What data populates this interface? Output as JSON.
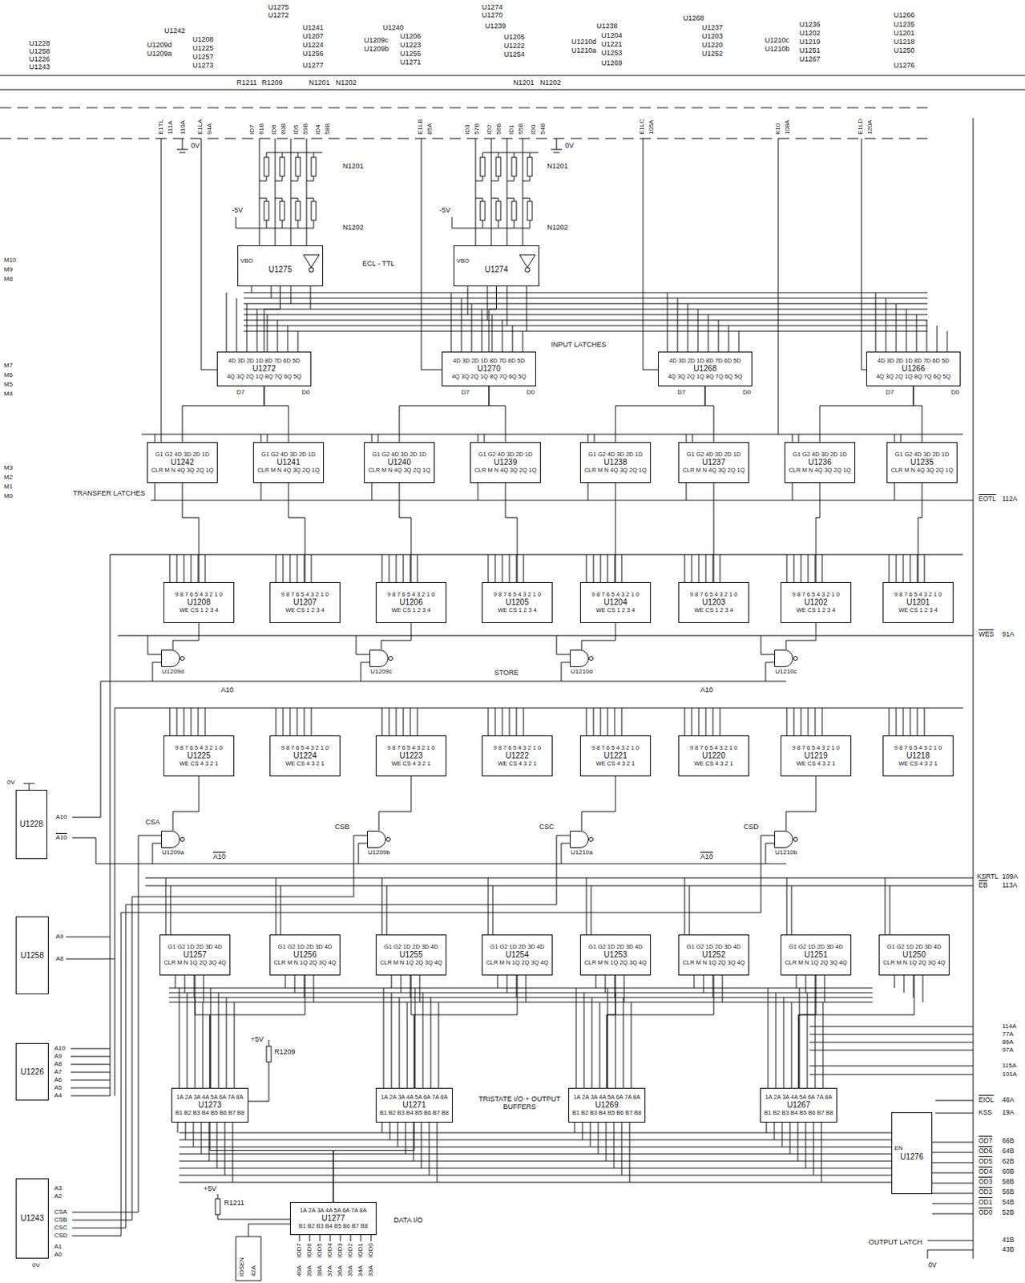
{
  "diagram": {
    "nodes": [
      {
        "text": [
          "VBO",
          "U1275"
        ]
      },
      {
        "text": [
          "VBO",
          "U1274"
        ]
      },
      {
        "text": [
          "4D 3D 2D 1D 8D 7D 6D 5D",
          "U1272",
          "4Q 3Q 2Q 1Q 8Q 7Q 6Q 5Q"
        ]
      },
      {
        "text": [
          "4D 3D 2D 1D 8D 7D 6D 5D",
          "U1270",
          "4Q 3Q 2Q 1Q 8Q 7Q 6Q 5Q"
        ]
      },
      {
        "text": [
          "4D 3D 2D 1D 8D 7D 6D 5D",
          "U1268",
          "4Q 3Q 2Q 1Q 8Q 7Q 6Q 5Q"
        ]
      },
      {
        "text": [
          "4D 3D 2D 1D 8D 7D 6D 5D",
          "U1266",
          "4Q 3Q 2Q 1Q 8Q 7Q 6Q 5Q"
        ]
      },
      {
        "text": [
          "G1 G2 4D 3D 2D 1D",
          "U1242",
          "CLR M N 4Q 3Q 2Q 1Q"
        ]
      },
      {
        "text": [
          "G1 G2 4D 3D 2D 1D",
          "U1241",
          "CLR M N 4Q 3Q 2Q 1Q"
        ]
      },
      {
        "text": [
          "G1 G2 4D 3D 2D 1D",
          "U1240",
          "CLR M N 4Q 3Q 2Q 1Q"
        ]
      },
      {
        "text": [
          "G1 G2 4D 3D 2D 1D",
          "U1239",
          "CLR M N 4Q 3Q 2Q 1Q"
        ]
      },
      {
        "text": [
          "G1 G2 4D 3D 2D 1D",
          "U1238",
          "CLR M N 4Q 3Q 2Q 1Q"
        ]
      },
      {
        "text": [
          "G1 G2 4D 3D 2D 1D",
          "U1237",
          "CLR M N 4Q 3Q 2Q 1Q"
        ]
      },
      {
        "text": [
          "G1 G2 4D 3D 2D 1D",
          "U1236",
          "CLR M N 4Q 3Q 2Q 1Q"
        ]
      },
      {
        "text": [
          "G1 G2 4D 3D 2D 1D",
          "U1235",
          "CLR M N 4Q 3Q 2Q 1Q"
        ]
      },
      {
        "text": [
          "9 8 7 6 5 4 3 2 1 0",
          "U1208",
          "WE CS 1 2 3 4"
        ]
      },
      {
        "text": [
          "9 8 7 6 5 4 3 2 1 0",
          "U1207",
          "WE CS 1 2 3 4"
        ]
      },
      {
        "text": [
          "9 8 7 6 5 4 3 2 1 0",
          "U1206",
          "WE CS 1 2 3 4"
        ]
      },
      {
        "text": [
          "9 8 7 6 5 4 3 2 1 0",
          "U1205",
          "WE CS 1 2 3 4"
        ]
      },
      {
        "text": [
          "9 8 7 6 5 4 3 2 1 0",
          "U1204",
          "WE CS 1 2 3 4"
        ]
      },
      {
        "text": [
          "9 8 7 6 5 4 3 2 1 0",
          "U1203",
          "WE CS 1 2 3 4"
        ]
      },
      {
        "text": [
          "9 8 7 6 5 4 3 2 1 0",
          "U1202",
          "WE CS 1 2 3 4"
        ]
      },
      {
        "text": [
          "9 8 7 6 5 4 3 2 1 0",
          "U1201",
          "WE CS 1 2 3 4"
        ]
      },
      {
        "text": [
          "U1209d"
        ]
      },
      {
        "text": [
          "U1209c"
        ]
      },
      {
        "text": [
          "U1210d"
        ]
      },
      {
        "text": [
          "U1210c"
        ]
      },
      {
        "text": [
          "9 8 7 6 5 4 3 2 1 0",
          "U1225",
          "WE CS 4 3 2 1"
        ]
      },
      {
        "text": [
          "9 8 7 6 5 4 3 2 1 0",
          "U1224",
          "WE CS 4 3 2 1"
        ]
      },
      {
        "text": [
          "9 8 7 6 5 4 3 2 1 0",
          "U1223",
          "WE CS 4 3 2 1"
        ]
      },
      {
        "text": [
          "9 8 7 6 5 4 3 2 1 0",
          "U1222",
          "WE CS 4 3 2 1"
        ]
      },
      {
        "text": [
          "9 8 7 6 5 4 3 2 1 0",
          "U1221",
          "WE CS 4 3 2 1"
        ]
      },
      {
        "text": [
          "9 8 7 6 5 4 3 2 1 0",
          "U1220",
          "WE CS 4 3 2 1"
        ]
      },
      {
        "text": [
          "9 8 7 6 5 4 3 2 1 0",
          "U1219",
          "WE CS 4 3 2 1"
        ]
      },
      {
        "text": [
          "9 8 7 6 5 4 3 2 1 0",
          "U1218",
          "WE CS 4 3 2 1"
        ]
      },
      {
        "text": [
          "U1209a"
        ]
      },
      {
        "text": [
          "U1209b"
        ]
      },
      {
        "text": [
          "U1210a"
        ]
      },
      {
        "text": [
          "U1210b"
        ]
      },
      {
        "text": [
          "G1 G2 1D 2D 3D 4D",
          "U1257",
          "CLR M N 1Q 2Q 3Q 4Q"
        ]
      },
      {
        "text": [
          "G1 G2 1D 2D 3D 4D",
          "U1256",
          "CLR M N 1Q 2Q 3Q 4Q"
        ]
      },
      {
        "text": [
          "G1 G2 1D 2D 3D 4D",
          "U1255",
          "CLR M N 1Q 2Q 3Q 4Q"
        ]
      },
      {
        "text": [
          "G1 G2 1D 2D 3D 4D",
          "U1254",
          "CLR M N 1Q 2Q 3Q 4Q"
        ]
      },
      {
        "text": [
          "G1 G2 1D 2D 3D 4D",
          "U1253",
          "CLR M N 1Q 2Q 3Q 4Q"
        ]
      },
      {
        "text": [
          "G1 G2 1D 2D 3D 4D",
          "U1252",
          "CLR M N 1Q 2Q 3Q 4Q"
        ]
      },
      {
        "text": [
          "G1 G2 1D 2D 3D 4D",
          "U1251",
          "CLR M N 1Q 2Q 3Q 4Q"
        ]
      },
      {
        "text": [
          "G1 G2 1D 2D 3D 4D",
          "U1250",
          "CLR M N 1Q 2Q 3Q 4Q"
        ]
      },
      {
        "text": [
          "1A 2A 3A 4A 5A 6A 7A 8A",
          "U1273",
          "B1 B2 B3 B4 B5 B6 B7 B8"
        ]
      },
      {
        "text": [
          "1A 2A 3A 4A 5A 6A 7A 8A",
          "U1271",
          "B1 B2 B3 B4 B5 B6 B7 B8"
        ]
      },
      {
        "text": [
          "1A 2A 3A 4A 5A 6A 7A 8A",
          "U1269",
          "B1 B2 B3 B4 B5 B6 B7 B8"
        ]
      },
      {
        "text": [
          "1A 2A 3A 4A 5A 6A 7A 8A",
          "U1267",
          "B1 B2 B3 B4 B5 B6 B7 B8"
        ]
      },
      {
        "text": [
          "1A 2A 3A 4A 5A 6A 7A 8A",
          "U1277",
          "B1 B2 B3 B4 B5 B6 B7 B8"
        ]
      },
      {
        "text": [
          "EN",
          "U1276"
        ]
      },
      {
        "text": [
          "U1228"
        ]
      },
      {
        "text": [
          "U1258"
        ]
      },
      {
        "text": [
          "U1226"
        ]
      },
      {
        "text": [
          "U1243"
        ]
      }
    ],
    "edges": [
      {
        "from": 0,
        "to": 2,
        "arrow": "none"
      },
      {
        "from": 1,
        "to": 3,
        "arrow": "none"
      },
      {
        "from": 2,
        "to": 6,
        "arrow": "none"
      },
      {
        "from": 2,
        "to": 7,
        "arrow": "none"
      },
      {
        "from": 3,
        "to": 8,
        "arrow": "none"
      },
      {
        "from": 3,
        "to": 9,
        "arrow": "none"
      },
      {
        "from": 4,
        "to": 10,
        "arrow": "none"
      },
      {
        "from": 4,
        "to": 11,
        "arrow": "none"
      },
      {
        "from": 5,
        "to": 12,
        "arrow": "none"
      },
      {
        "from": 5,
        "to": 13,
        "arrow": "none"
      },
      {
        "from": 6,
        "to": 14,
        "arrow": "none"
      },
      {
        "from": 7,
        "to": 15,
        "arrow": "none"
      },
      {
        "from": 8,
        "to": 16,
        "arrow": "none"
      },
      {
        "from": 9,
        "to": 17,
        "arrow": "none"
      },
      {
        "from": 10,
        "to": 18,
        "arrow": "none"
      },
      {
        "from": 11,
        "to": 19,
        "arrow": "none"
      },
      {
        "from": 12,
        "to": 20,
        "arrow": "none"
      },
      {
        "from": 13,
        "to": 21,
        "arrow": "none"
      },
      {
        "from": 22,
        "to": 14,
        "arrow": "none"
      },
      {
        "from": 23,
        "to": 16,
        "arrow": "none"
      },
      {
        "from": 24,
        "to": 18,
        "arrow": "none"
      },
      {
        "from": 25,
        "to": 20,
        "arrow": "none"
      },
      {
        "from": 34,
        "to": 26,
        "arrow": "none"
      },
      {
        "from": 35,
        "to": 28,
        "arrow": "none"
      },
      {
        "from": 36,
        "to": 30,
        "arrow": "none"
      },
      {
        "from": 37,
        "to": 32,
        "arrow": "none"
      },
      {
        "from": 38,
        "to": 46,
        "arrow": "none"
      },
      {
        "from": 39,
        "to": 46,
        "arrow": "none"
      },
      {
        "from": 40,
        "to": 47,
        "arrow": "none"
      },
      {
        "from": 41,
        "to": 47,
        "arrow": "none"
      },
      {
        "from": 42,
        "to": 48,
        "arrow": "none"
      },
      {
        "from": 43,
        "to": 48,
        "arrow": "none"
      },
      {
        "from": 44,
        "to": 49,
        "arrow": "none"
      },
      {
        "from": 45,
        "to": 49,
        "arrow": "none"
      },
      {
        "from": 46,
        "to": 50,
        "arrow": "none"
      },
      {
        "from": 47,
        "to": 50,
        "arrow": "none"
      }
    ],
    "labels": [
      "U1228",
      "U1258",
      "U1226",
      "U1243",
      "U1242",
      "U1209d",
      "U1209a",
      "U1208",
      "U1225",
      "U1257",
      "U1273",
      "U1275",
      "U1272",
      "U1241",
      "U1207",
      "U1224",
      "U1256",
      "U1277",
      "U1240",
      "U1209c",
      "U1209b",
      "U1206",
      "U1223",
      "U1255",
      "U1271",
      "U1274",
      "U1270",
      "U1239",
      "U1205",
      "U1222",
      "U1254",
      "U1238",
      "U1210d",
      "U1210a",
      "U1204",
      "U1221",
      "U1253",
      "U1269",
      "U1268",
      "U1237",
      "U1203",
      "U1220",
      "U1252",
      "U1236",
      "U1210c",
      "U1210b",
      "U1202",
      "U1219",
      "U1251",
      "U1267",
      "U1266",
      "U1235",
      "U1201",
      "U1218",
      "U1250",
      "U1276",
      "R1211",
      "R1209",
      "N1201",
      "N1202",
      "N1201",
      "N1202",
      "E1TL",
      "111A",
      "110A",
      "E1LA",
      "94A",
      "ID7",
      "61B",
      "ID6",
      "60B",
      "ID5",
      "59B",
      "ID4",
      "58B",
      "E1LB",
      "85A",
      "ID3",
      "57B",
      "ID2",
      "56B",
      "ID1",
      "55B",
      "ID0",
      "54B",
      "E1LC",
      "105A",
      "K10",
      "108A",
      "E1LD",
      "120A",
      "0V",
      "0V",
      "-5V",
      "-5V",
      "N1201",
      "N1201",
      "N1202",
      "N1202",
      "ECL - TTL",
      "INPUT LATCHES",
      "TRANSFER LATCHES",
      "STORE",
      "A10",
      "A10",
      "A10",
      "A10",
      "CSA",
      "CSB",
      "CSC",
      "CSD",
      "TRISTATE I/O + OUTPUT BUFFERS",
      "+5V",
      "R1209",
      "DATA I/O",
      "+5V",
      "R1211",
      "OUTPUT LATCH",
      "D7",
      "D0",
      "D7",
      "D0",
      "D7",
      "D0",
      "D7",
      "D0",
      "EOTL",
      "112A",
      "WES",
      "91A",
      "KSRTL",
      "EB",
      "109A",
      "113A",
      "114A",
      "77A",
      "86A",
      "97A",
      "115A",
      "101A",
      "EIOL",
      "46A",
      "KSS",
      "19A",
      "OD7",
      "OD6",
      "OD5",
      "OD4",
      "OD3",
      "OD2",
      "OD1",
      "OD0",
      "66B",
      "64B",
      "62B",
      "60B",
      "58B",
      "56B",
      "54B",
      "52B",
      "41B",
      "43B",
      "0V",
      "IOSEN",
      "42A",
      "IOD7",
      "IOD6",
      "IOD5",
      "IOD4",
      "IOD3",
      "IOD2",
      "IOD1",
      "IOD0",
      "40A",
      "39A",
      "38A",
      "37A",
      "36A",
      "35A",
      "34A",
      "33A",
      "M10",
      "M9",
      "M8",
      "M7",
      "M6",
      "M5",
      "M4",
      "M3",
      "M2",
      "M1",
      "M0",
      "0V",
      "A10",
      "A10",
      "A9",
      "A8",
      "A10",
      "A9",
      "A8",
      "A7",
      "A6",
      "A5",
      "A4",
      "A3",
      "A2",
      "CSA",
      "CSB",
      "CSC",
      "CSD",
      "A1",
      "A0",
      "0V"
    ]
  }
}
